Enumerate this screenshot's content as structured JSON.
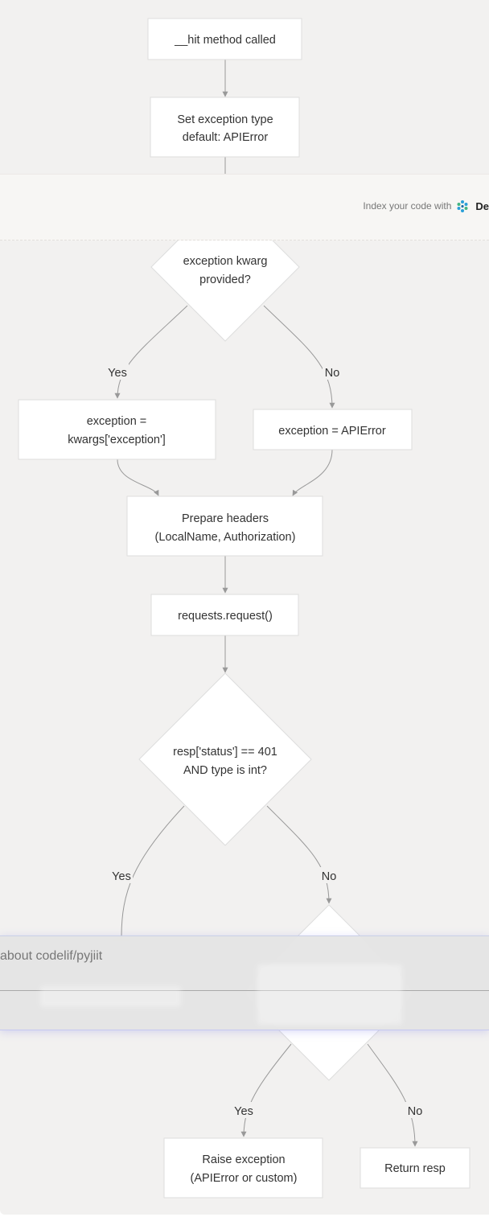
{
  "diagram": {
    "nodes": {
      "hit_called": "__hit method called",
      "set_default_line1": "Set exception type",
      "set_default_line2": "default: APIError",
      "decision_kwarg_line1": "exception kwarg",
      "decision_kwarg_line2": "provided?",
      "exception_kwargs_line1": "exception =",
      "exception_kwargs_line2": "kwargs['exception']",
      "exception_apierror": "exception = APIError",
      "prepare_headers_line1": "Prepare headers",
      "prepare_headers_line2": "(LocalName, Authorization)",
      "requests_request": "requests.request()",
      "decision_401_line1": "resp['status'] == 401",
      "decision_401_line2": "AND type is int?",
      "raise_exception_line1": "Raise exception",
      "raise_exception_line2": "(APIError or custom)",
      "return_resp": "Return resp"
    },
    "edge_labels": {
      "kwarg_yes": "Yes",
      "kwarg_no": "No",
      "status401_yes": "Yes",
      "status401_no": "No",
      "lower_yes": "Yes",
      "lower_no": "No"
    }
  },
  "index_banner": {
    "text": "Index your code with",
    "brand": "De"
  },
  "ask_panel": {
    "text": "about codelif/pyjiit"
  },
  "colors": {
    "canvas": "#f2f1f0",
    "node_fill": "#ffffff",
    "node_stroke": "#dddddd",
    "edge": "#999999",
    "text": "#333333"
  }
}
